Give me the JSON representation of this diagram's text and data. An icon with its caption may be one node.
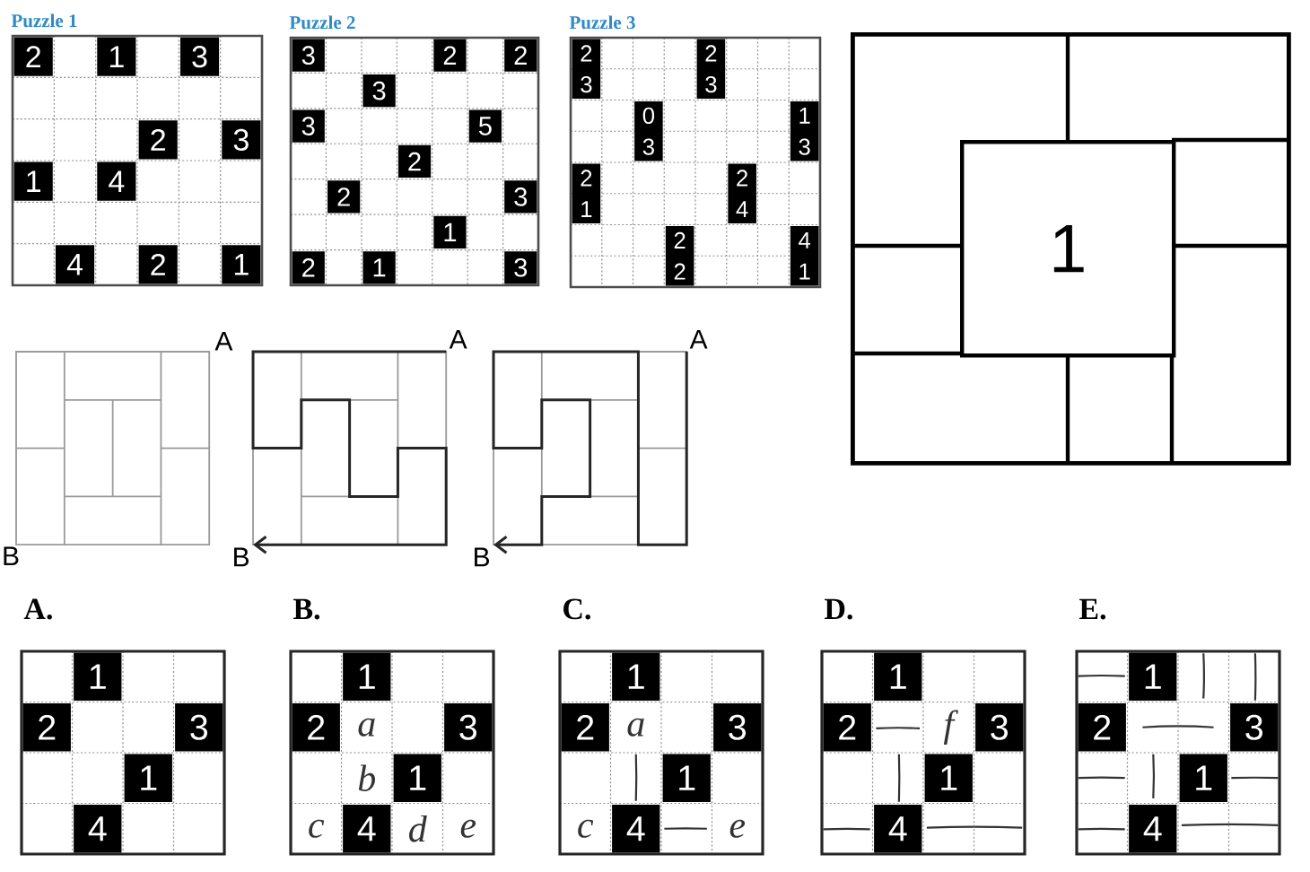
{
  "diagram": {
    "nodes": [
      {
        "text": [
          "Puzzle 1"
        ]
      },
      {
        "text": [
          "2"
        ],
        "in": 0
      },
      {
        "text": [
          "1"
        ],
        "in": 0
      },
      {
        "text": [
          "3"
        ],
        "in": 0
      },
      {
        "text": [
          "2"
        ],
        "in": 0
      },
      {
        "text": [
          "3"
        ],
        "in": 0
      },
      {
        "text": [
          "1"
        ],
        "in": 0
      },
      {
        "text": [
          "4"
        ],
        "in": 0
      },
      {
        "text": [
          "4"
        ],
        "in": 0
      },
      {
        "text": [
          "2"
        ],
        "in": 0
      },
      {
        "text": [
          "1"
        ],
        "in": 0
      },
      {
        "text": [
          "Puzzle 2"
        ]
      },
      {
        "text": [
          "3"
        ],
        "in": 11
      },
      {
        "text": [
          "2"
        ],
        "in": 11
      },
      {
        "text": [
          "2"
        ],
        "in": 11
      },
      {
        "text": [
          "3"
        ],
        "in": 11
      },
      {
        "text": [
          "3"
        ],
        "in": 11
      },
      {
        "text": [
          "5"
        ],
        "in": 11
      },
      {
        "text": [
          "2"
        ],
        "in": 11
      },
      {
        "text": [
          "2"
        ],
        "in": 11
      },
      {
        "text": [
          "3"
        ],
        "in": 11
      },
      {
        "text": [
          "1"
        ],
        "in": 11
      },
      {
        "text": [
          "2"
        ],
        "in": 11
      },
      {
        "text": [
          "1"
        ],
        "in": 11
      },
      {
        "text": [
          "3"
        ],
        "in": 11
      },
      {
        "text": [
          "Puzzle 3"
        ]
      },
      {
        "text": [
          "2",
          "3"
        ],
        "in": 25
      },
      {
        "text": [
          "2",
          "3"
        ],
        "in": 25
      },
      {
        "text": [
          "0",
          "3"
        ],
        "in": 25
      },
      {
        "text": [
          "1",
          "3"
        ],
        "in": 25
      },
      {
        "text": [
          "2",
          "1"
        ],
        "in": 25
      },
      {
        "text": [
          "2",
          "4"
        ],
        "in": 25
      },
      {
        "text": [
          "2",
          "2"
        ],
        "in": 25
      },
      {
        "text": [
          "4",
          "1"
        ],
        "in": 25
      },
      {
        "text": [],
        "shape": "box"
      },
      {
        "text": [
          "1"
        ],
        "in": 34
      },
      {
        "text": [
          "A"
        ]
      },
      {
        "text": [
          "B"
        ]
      },
      {
        "text": [
          "A"
        ]
      },
      {
        "text": [
          "B"
        ]
      },
      {
        "text": [
          "A."
        ]
      },
      {
        "text": [
          "1"
        ],
        "in": 40
      },
      {
        "text": [
          "2"
        ],
        "in": 40
      },
      {
        "text": [
          "3"
        ],
        "in": 40
      },
      {
        "text": [
          "1"
        ],
        "in": 40
      },
      {
        "text": [
          "4"
        ],
        "in": 40
      },
      {
        "text": [
          "B."
        ]
      },
      {
        "text": [
          "1"
        ],
        "in": 46
      },
      {
        "text": [
          "2"
        ],
        "in": 46
      },
      {
        "text": [
          "3"
        ],
        "in": 46
      },
      {
        "text": [
          "1"
        ],
        "in": 46
      },
      {
        "text": [
          "4"
        ],
        "in": 46
      },
      {
        "text": [
          "C."
        ]
      },
      {
        "text": [
          "1"
        ],
        "in": 52
      },
      {
        "text": [
          "2"
        ],
        "in": 52
      },
      {
        "text": [
          "3"
        ],
        "in": 52
      },
      {
        "text": [
          "1"
        ],
        "in": 52
      },
      {
        "text": [
          "4"
        ],
        "in": 52
      },
      {
        "text": [
          "D."
        ]
      },
      {
        "text": [
          "1"
        ],
        "in": 58
      },
      {
        "text": [
          "2"
        ],
        "in": 58
      },
      {
        "text": [
          "3"
        ],
        "in": 58
      },
      {
        "text": [
          "1"
        ],
        "in": 58
      },
      {
        "text": [
          "4"
        ],
        "in": 58
      },
      {
        "text": [
          "E."
        ]
      },
      {
        "text": [
          "1"
        ],
        "in": 64
      },
      {
        "text": [
          "2"
        ],
        "in": 64
      },
      {
        "text": [
          "3"
        ],
        "in": 64
      },
      {
        "text": [
          "1"
        ],
        "in": 64
      },
      {
        "text": [
          "4"
        ],
        "in": 64
      }
    ],
    "edges": [
      {
        "from": 36,
        "to": 37,
        "arrow": "to"
      },
      {
        "from": 38,
        "to": 39,
        "arrow": "to"
      }
    ],
    "labels": [
      "A",
      "B",
      "a",
      "b",
      "c",
      "d",
      "e",
      "a",
      "c",
      "e",
      "f"
    ]
  }
}
